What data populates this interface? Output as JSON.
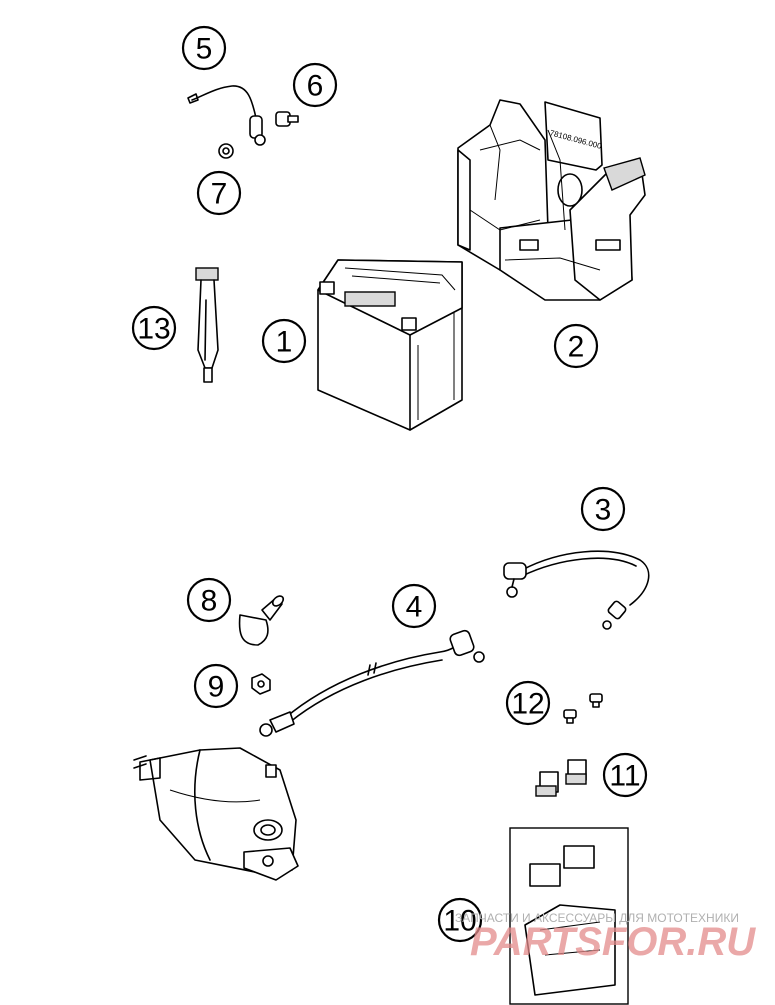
{
  "callouts": [
    {
      "id": "1",
      "label": "1"
    },
    {
      "id": "2",
      "label": "2"
    },
    {
      "id": "3",
      "label": "3"
    },
    {
      "id": "4",
      "label": "4"
    },
    {
      "id": "5",
      "label": "5"
    },
    {
      "id": "6",
      "label": "6"
    },
    {
      "id": "7",
      "label": "7"
    },
    {
      "id": "8",
      "label": "8"
    },
    {
      "id": "9",
      "label": "9"
    },
    {
      "id": "10",
      "label": "10"
    },
    {
      "id": "11",
      "label": "11"
    },
    {
      "id": "12",
      "label": "12"
    },
    {
      "id": "13",
      "label": "13"
    }
  ],
  "battery_box_label": "78108.096.000",
  "watermark": {
    "top_text": "ЗАПЧАСТИ И АКСЕССУАРЫ ДЛЯ МОТОТЕХНИКИ",
    "main_text": "PARTSFOR.RU"
  }
}
